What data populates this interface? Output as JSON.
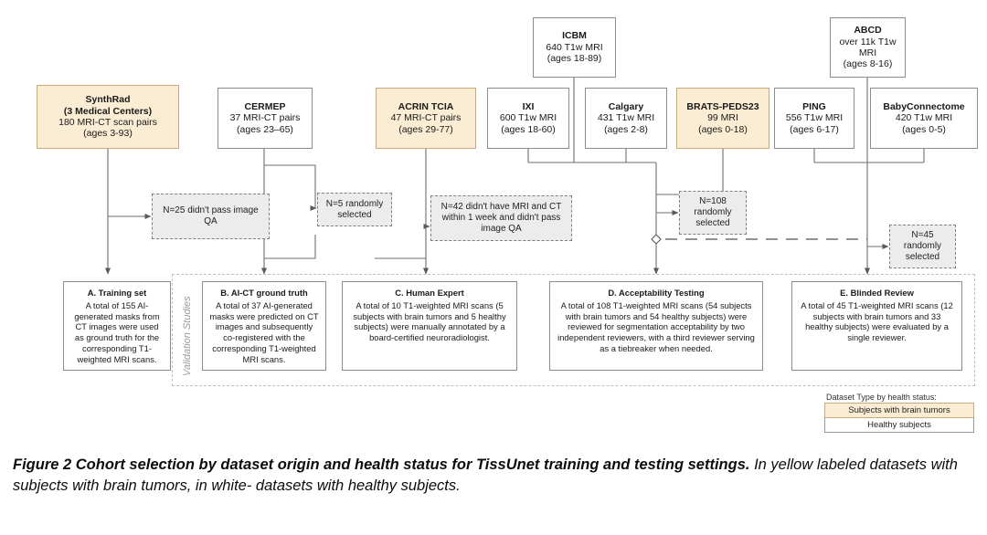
{
  "figure": {
    "caption_bold": "Figure 2 Cohort selection by dataset origin and health status for TissUnet training and testing settings.",
    "caption_rest": " In yellow labeled datasets with subjects with brain tumors, in white- datasets with healthy subjects."
  },
  "colors": {
    "tumor_fill": "#fbecd4",
    "tumor_border": "#c8a977",
    "healthy_fill": "#ffffff",
    "node_border": "#8c8c8c",
    "exclusion_fill": "#ececec",
    "exclusion_border": "#808080",
    "group_border": "#bfbfbf",
    "wire": "#6e6e6e",
    "label_gray": "#9a9a9a"
  },
  "datasets": [
    {
      "id": "synthrad",
      "title": "SynthRad",
      "title2": "(3 Medical Centers)",
      "count": "180 MRI-CT scan pairs",
      "ages": "(ages 3-93)",
      "health": "tumor"
    },
    {
      "id": "cermep",
      "title": "CERMEP",
      "title2": "",
      "count": "37 MRI-CT pairs",
      "ages": "(ages 23–65)",
      "health": "healthy"
    },
    {
      "id": "acrin-tcia",
      "title": "ACRIN TCIA",
      "title2": "",
      "count": "47 MRI-CT pairs",
      "ages": "(ages 29-77)",
      "health": "tumor"
    },
    {
      "id": "icbm",
      "title": "ICBM",
      "title2": "",
      "count": "640 T1w MRI",
      "ages": "(ages 18-89)",
      "health": "healthy"
    },
    {
      "id": "ixi",
      "title": "IXI",
      "title2": "",
      "count": "600 T1w MRI",
      "ages": "(ages 18-60)",
      "health": "healthy"
    },
    {
      "id": "calgary",
      "title": "Calgary",
      "title2": "",
      "count": "431 T1w MRI",
      "ages": "(ages 2-8)",
      "health": "healthy"
    },
    {
      "id": "brats-peds23",
      "title": "BRATS-PEDS23",
      "title2": "",
      "count": "99 MRI",
      "ages": "(ages 0-18)",
      "health": "tumor"
    },
    {
      "id": "abcd",
      "title": "ABCD",
      "title2": "",
      "count": "over 11k T1w MRI",
      "ages": "(ages 8-16)",
      "health": "healthy"
    },
    {
      "id": "ping",
      "title": "PING",
      "title2": "",
      "count": "556 T1w MRI",
      "ages": "(ages 6-17)",
      "health": "healthy"
    },
    {
      "id": "babyconnectome",
      "title": "BabyConnectome",
      "title2": "",
      "count": "420 T1w MRI",
      "ages": "(ages 0-5)",
      "health": "healthy"
    }
  ],
  "exclusions": [
    {
      "id": "qa-25",
      "text": "N=25 didn't pass image QA"
    },
    {
      "id": "rand-5",
      "text": "N=5 randomly selected"
    },
    {
      "id": "mri-ct-42",
      "text": "N=42 didn't have MRI and CT within 1 week and didn't pass image QA"
    },
    {
      "id": "rand-108",
      "text": "N=108 randomly selected"
    },
    {
      "id": "rand-45",
      "text": "N=45 randomly selected"
    }
  ],
  "outcomes": [
    {
      "id": "training-set",
      "title": "A. Training set",
      "body": "A total of 155 AI-generated masks from CT images were used as ground truth for the corresponding T1-weighted MRI scans."
    },
    {
      "id": "ai-ct-ground-truth",
      "title": "B. AI-CT ground truth",
      "body": "A total of 37 AI-generated masks were predicted on CT images and subsequently co-registered with the corresponding T1-weighted MRI scans."
    },
    {
      "id": "human-expert",
      "title": "C. Human Expert",
      "body": "A total of 10 T1-weighted MRI scans (5 subjects with brain tumors and 5 healthy subjects) were manually annotated by a board-certified neuroradiologist."
    },
    {
      "id": "acceptability-testing",
      "title": "D. Acceptability Testing",
      "body": "A total of 108 T1-weighted MRI scans (54 subjects with brain tumors and 54 healthy subjects) were reviewed for segmentation acceptability by two independent reviewers, with a third reviewer serving as a tiebreaker when needed."
    },
    {
      "id": "blinded-review",
      "title": "E. Blinded Review",
      "body": "A total of 45 T1-weighted MRI scans (12 subjects with brain tumors and 33 healthy subjects) were evaluated by a single reviewer."
    }
  ],
  "validation_group": {
    "label": "Validation Studies"
  },
  "legend": {
    "title": "Dataset Type by health status:",
    "tumor_label": "Subjects with brain tumors",
    "healthy_label": "Healthy subjects"
  }
}
